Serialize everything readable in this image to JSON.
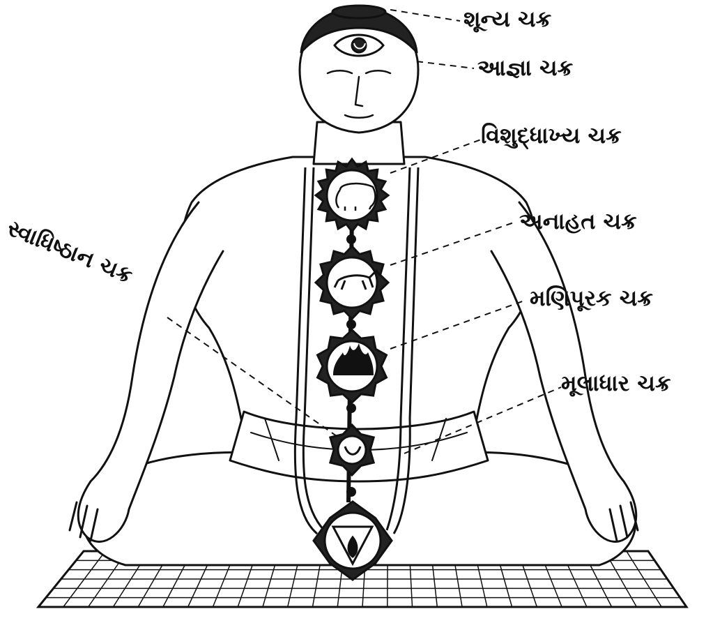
{
  "labels": {
    "shunya": "શૂન્ય ચક્ર",
    "agna": "આજ્ઞા ચક્ર",
    "vishuddha": "વિશુદ્ધાખ્ય ચક્ર",
    "anahata": "અનાહત ચક્ર",
    "svadhishthana": "સ્વાધિષ્ઠાન ચક્ર",
    "manipura": "મણિપૂરક ચક્ર",
    "muladhara": "મૂલાધાર ચક્ર"
  },
  "colors": {
    "ink": "#111111",
    "paper": "#ffffff"
  }
}
